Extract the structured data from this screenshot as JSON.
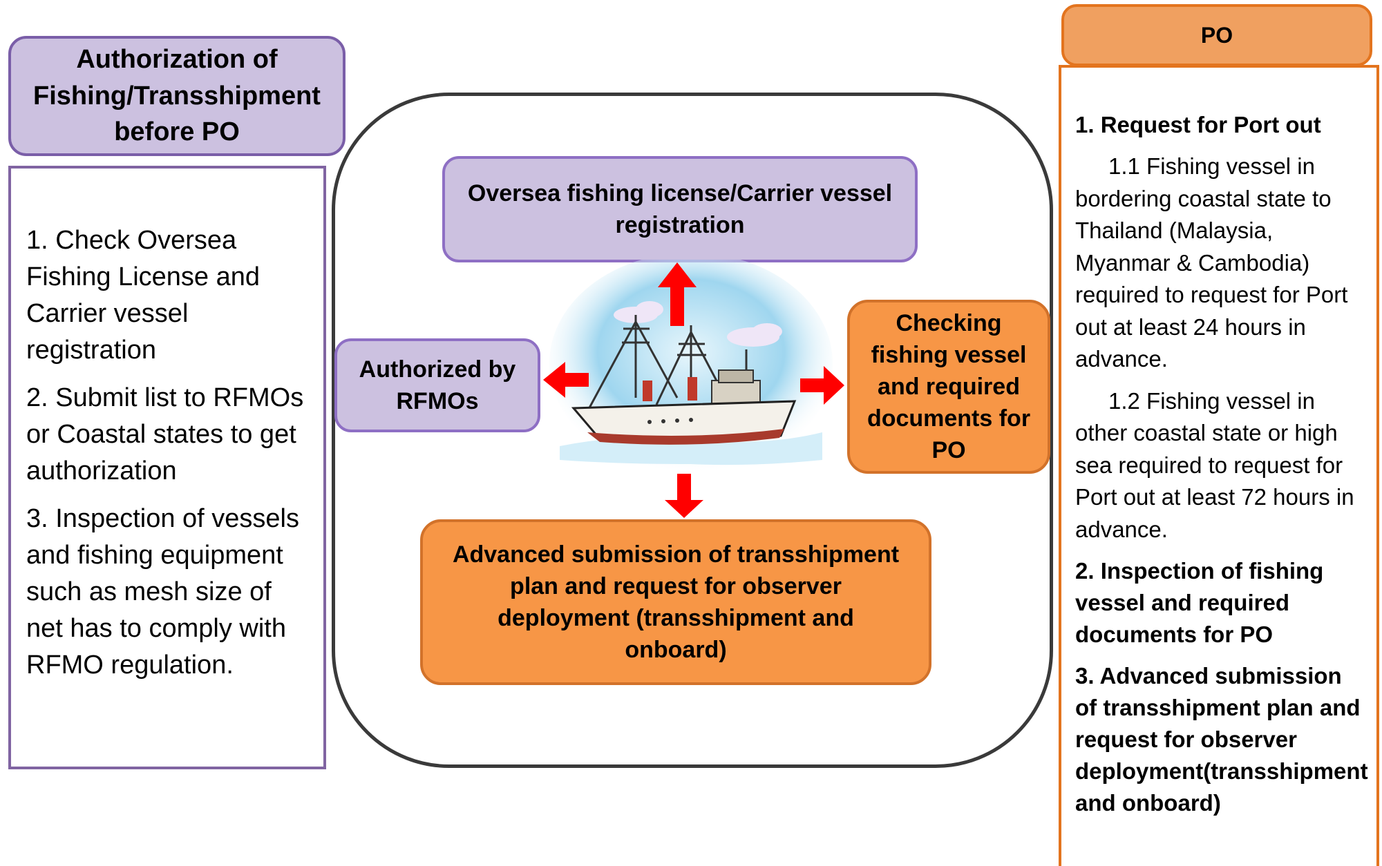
{
  "left": {
    "title": "Authorization of Fishing/Transshipment before PO",
    "items": [
      "1. Check Oversea Fishing License and Carrier vessel registration",
      "2. Submit list to RFMOs or Coastal states to get authorization",
      "3. Inspection of vessels and fishing equipment such as mesh size of net has to comply with RFMO regulation."
    ]
  },
  "center": {
    "top_box": "Oversea fishing license/Carrier vessel registration",
    "left_box": "Authorized by RFMOs",
    "right_box": "Checking fishing  vessel and required documents for PO",
    "bottom_box": "Advanced submission of transshipment plan and request for observer deployment (transshipment and onboard)",
    "arrow_color": "#ff0000",
    "image": "fishing-vessel-illustration"
  },
  "right": {
    "title": "PO",
    "heading1": "1. Request for Port out",
    "para1": "1.1 Fishing vessel in bordering coastal state to Thailand (Malaysia, Myanmar & Cambodia) required to request for Port out at least 24 hours in advance.",
    "para2": "1.2  Fishing vessel in other coastal state or high sea required to request for Port out at least 72 hours in advance.",
    "heading2": "2. Inspection of fishing vessel and required documents for PO",
    "heading3": "3. Advanced submission of transshipment plan and request for observer deployment(transshipment and onboard)"
  },
  "colors": {
    "purple_fill": "#ccc1e0",
    "purple_border": "#8064a2",
    "orange_fill": "#f79646",
    "orange_border": "#e3741e"
  }
}
